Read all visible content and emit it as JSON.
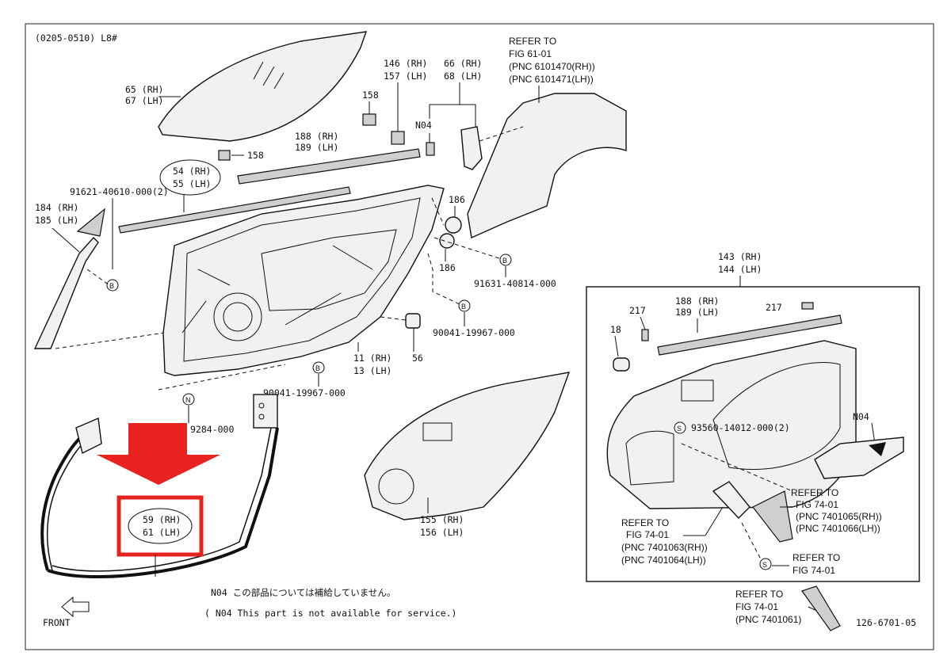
{
  "header": {
    "code": "(0205-0510) L8#"
  },
  "refer_fig61": {
    "l1": "REFER TO",
    "l2": "FIG  61-01",
    "l3": "(PNC 6101470(RH))",
    "l4": "(PNC 6101471(LH))"
  },
  "labels": {
    "p65": "65 (RH)",
    "p67": "67 (LH)",
    "p146": "146 (RH)",
    "p157": "157 (LH)",
    "p66": "66 (RH)",
    "p68": "68 (LH)",
    "p158a": "158",
    "p158b": "158",
    "n04a": "N04",
    "p188a": "188 (RH)",
    "p189a": "189 (LH)",
    "p54": "54 (RH)",
    "p55": "55 (LH)",
    "pn91621": "91621-40610-000(2)",
    "p184": "184 (RH)",
    "p185": "185 (LH)",
    "p186a": "186",
    "p186b": "186",
    "pn91631": "91631-40814-000",
    "pn90041a": "90041-19967-000",
    "p56": "56",
    "p11": "11 (RH)",
    "p13": "13 (LH)",
    "pn90041b": "90041-19967-000",
    "pn9284": "9284-000",
    "p59": "59 (RH)",
    "p61": "61 (LH)",
    "p155": "155 (RH)",
    "p156": "156 (LH)",
    "p143": "143 (RH)",
    "p144": "144 (LH)",
    "p217a": "217",
    "p217b": "217",
    "p188b": "188 (RH)",
    "p189b": "189 (LH)",
    "p18": "18",
    "pn93560": "93560-14012-000(2)",
    "n04b": "N04",
    "front": "FRONT",
    "fig_code": "126-6701-05"
  },
  "refer_a": {
    "l1": "REFER TO",
    "l2": "FIG  74-01",
    "l3": "(PNC 7401065(RH))",
    "l4": "(PNC 7401066(LH))"
  },
  "refer_b": {
    "l1": "REFER TO",
    "l2": "FIG  74-01",
    "l3": "(PNC 7401063(RH))",
    "l4": "(PNC 7401064(LH))"
  },
  "refer_c": {
    "l1": "REFER TO",
    "l2": "FIG  74-01"
  },
  "refer_d": {
    "l1": "REFER TO",
    "l2": "FIG  74-01",
    "l3": "(PNC 7401061)"
  },
  "notes": {
    "jp": "N04  この部品については補給していません。",
    "en": "( N04  This part is not available for service.)"
  },
  "symbols": {
    "b": "B",
    "n": "N",
    "s": "S"
  },
  "colors": {
    "highlight": "#e8231f",
    "ink": "#111111"
  }
}
